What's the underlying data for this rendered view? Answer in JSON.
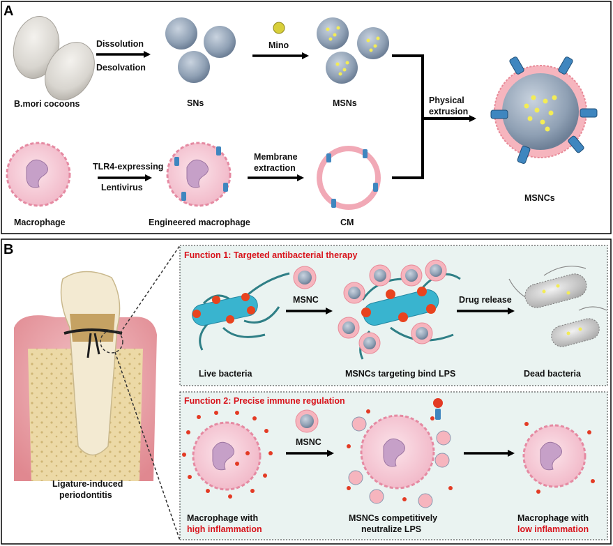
{
  "panelA": {
    "letter": "A",
    "cocoons": "B.mori cocoons",
    "step1_top": "Dissolution",
    "step1_bottom": "Desolvation",
    "sns": "SNs",
    "drug": "Mino",
    "msns": "MSNs",
    "extrusion_1": "Physical",
    "extrusion_2": "extrusion",
    "macrophage": "Macrophage",
    "step2_top": "TLR4-expressing",
    "step2_bottom": "Lentivirus",
    "engineered": "Engineered macrophage",
    "step3_top": "Membrane",
    "step3_bottom": "extraction",
    "cm": "CM",
    "msncs": "MSNCs"
  },
  "panelB": {
    "letter": "B",
    "tooth_1": "Ligature-induced",
    "tooth_2": "periodontitis",
    "function1": {
      "title": "Function 1: Targeted antibacterial therapy",
      "arrow1": "MSNC",
      "arrow2": "Drug release",
      "live": "Live bacteria",
      "binding": "MSNCs targeting bind LPS",
      "dead": "Dead bacteria"
    },
    "function2": {
      "title": "Function 2: Precise immune regulation",
      "arrow1": "MSNC",
      "left_1": "Macrophage with",
      "left_2": "high inflammation",
      "mid_1": "MSNCs competitively",
      "mid_2": "neutralize LPS",
      "right_1": "Macrophage with",
      "right_2": "low inflammation"
    }
  }
}
